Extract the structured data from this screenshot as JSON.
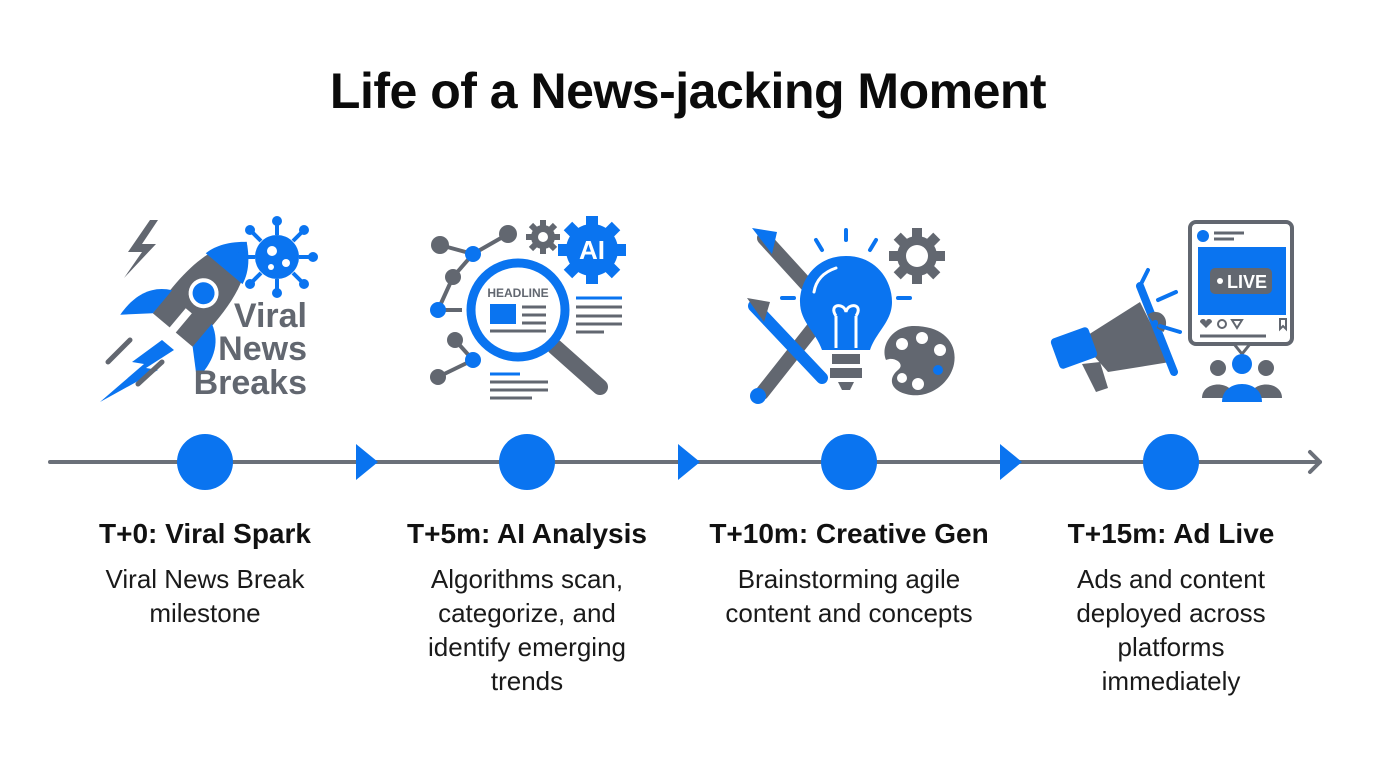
{
  "title": "Life of a News-jacking Moment",
  "colors": {
    "accent": "#0a74f0",
    "icon_gray": "#626770",
    "line": "#6b7079",
    "text": "#111111"
  },
  "stages": [
    {
      "time": "T+0",
      "title": "T+0: Viral Spark",
      "description": "Viral News Break milestone",
      "icon": "rocket-virus-icon",
      "icon_text": [
        "Viral",
        "News",
        "Breaks"
      ]
    },
    {
      "time": "T+5m",
      "title": "T+5m: AI Analysis",
      "description": "Algorithms scan, categorize, and identify emerging trends",
      "icon": "magnifier-ai-icon",
      "icon_text": [
        "HEADLINE",
        "AI"
      ]
    },
    {
      "time": "T+10m",
      "title": "T+10m: Creative Gen",
      "description": "Brainstorming agile content and concepts",
      "icon": "lightbulb-creative-icon"
    },
    {
      "time": "T+15m",
      "title": "T+15m: Ad Live",
      "description": "Ads and content deployed across platforms immediately",
      "icon": "megaphone-live-icon",
      "icon_text": [
        "LIVE"
      ]
    }
  ]
}
